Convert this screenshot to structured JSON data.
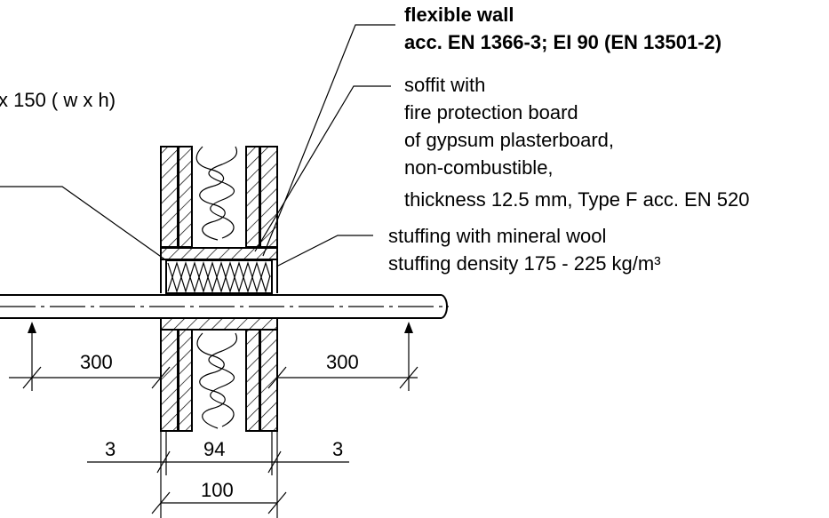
{
  "labels": {
    "wall_line1": "flexible wall",
    "wall_line2": "acc. EN 1366-3; EI 90 (EN 13501-2)",
    "size_partial": "x 150 ( w x h)",
    "soffit_line1": "soffit with",
    "soffit_line2": "fire protection board",
    "soffit_line3": "of gypsum plasterboard,",
    "soffit_line4": "non-combustible,",
    "soffit_line5": "thickness 12.5 mm, Type F acc. EN 520",
    "stuffing_line1": "stuffing with mineral wool",
    "stuffing_line2": "stuffing density 175 - 225 kg/m³"
  },
  "dimensions": {
    "left_offset": "300",
    "right_offset": "300",
    "gap_left": "3",
    "wall_core": "94",
    "gap_right": "3",
    "total_width": "100"
  }
}
